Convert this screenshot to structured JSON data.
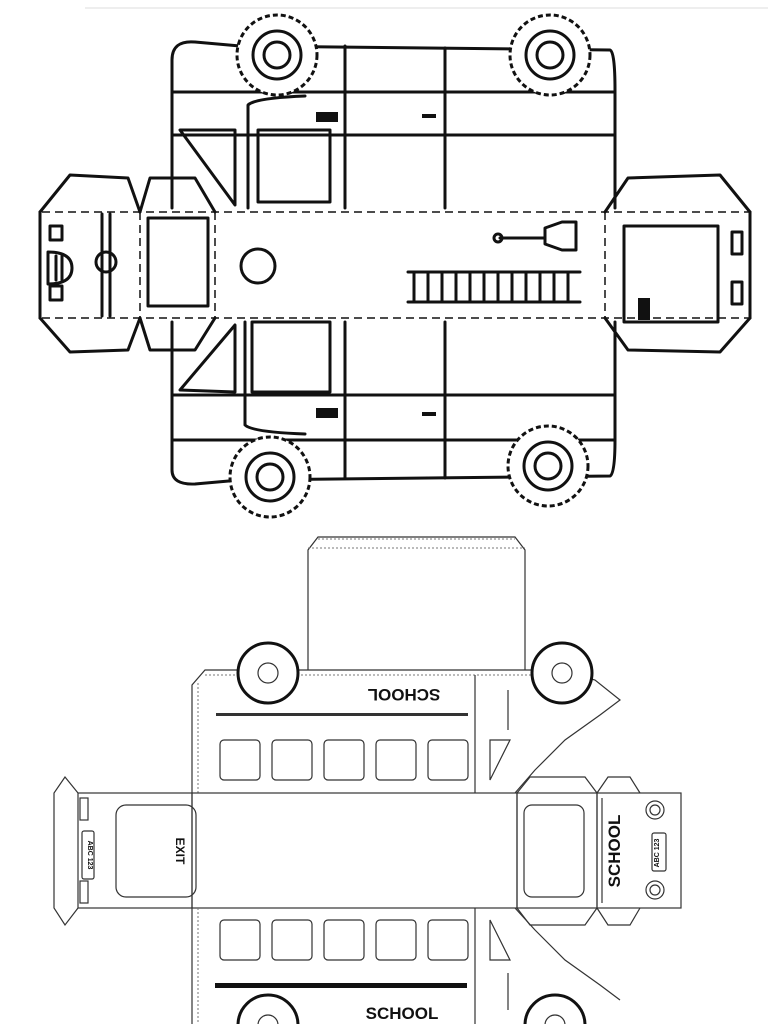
{
  "truck": {},
  "bus": {
    "top_label": "SCHOOL",
    "bottom_label": "SCHOOL",
    "back_exit": "EXIT",
    "back_plate": "ABC 123",
    "front_label": "SCHOOL",
    "front_plate": "ABC 123"
  }
}
